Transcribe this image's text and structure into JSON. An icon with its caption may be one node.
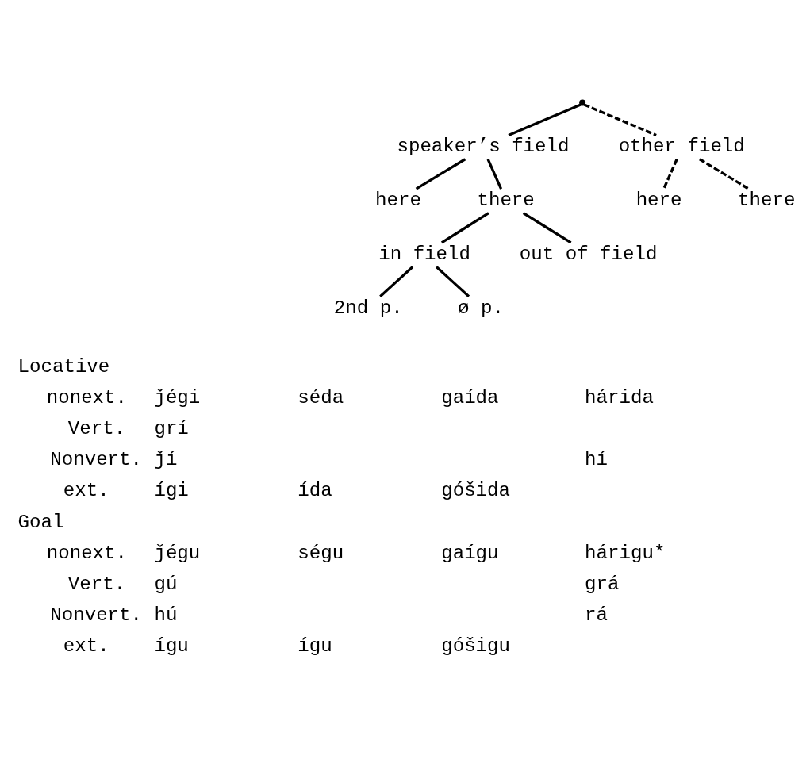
{
  "diagram": {
    "nodes": [
      {
        "text": [],
        "shape": "point"
      },
      {
        "text": [
          "speaker’s field"
        ]
      },
      {
        "text": [
          "other field"
        ]
      },
      {
        "text": [
          "here"
        ]
      },
      {
        "text": [
          "there"
        ]
      },
      {
        "text": [
          "here"
        ]
      },
      {
        "text": [
          "there"
        ]
      },
      {
        "text": [
          "in field"
        ]
      },
      {
        "text": [
          "out of field"
        ]
      },
      {
        "text": [
          "2nd p."
        ]
      },
      {
        "text": [
          "ø p."
        ]
      }
    ],
    "edges": [
      {
        "from": 0,
        "to": 1,
        "arrow": "none"
      },
      {
        "from": 0,
        "to": 2,
        "arrow": "none",
        "style": "dashed"
      },
      {
        "from": 1,
        "to": 3,
        "arrow": "none"
      },
      {
        "from": 1,
        "to": 4,
        "arrow": "none"
      },
      {
        "from": 2,
        "to": 5,
        "arrow": "none",
        "style": "dashed"
      },
      {
        "from": 2,
        "to": 6,
        "arrow": "none",
        "style": "dashed"
      },
      {
        "from": 4,
        "to": 7,
        "arrow": "none"
      },
      {
        "from": 4,
        "to": 8,
        "arrow": "none"
      },
      {
        "from": 7,
        "to": 9,
        "arrow": "none"
      },
      {
        "from": 7,
        "to": 10,
        "arrow": "none"
      }
    ],
    "labels": [
      "Locative",
      "nonext.",
      "ǰégi",
      "séda",
      "gaída",
      "hárida",
      "Vert.",
      "grí",
      "Nonvert.",
      "ǰí",
      "hí",
      "ext.",
      "ígi",
      "ída",
      "góšida",
      "Goal",
      "nonext.",
      "ǰégu",
      "ségu",
      "gaígu",
      "hárigu*",
      "Vert.",
      "gú",
      "grá",
      "Nonvert.",
      "hú",
      "rá",
      "ext.",
      "ígu",
      "ígu",
      "góšigu"
    ]
  }
}
